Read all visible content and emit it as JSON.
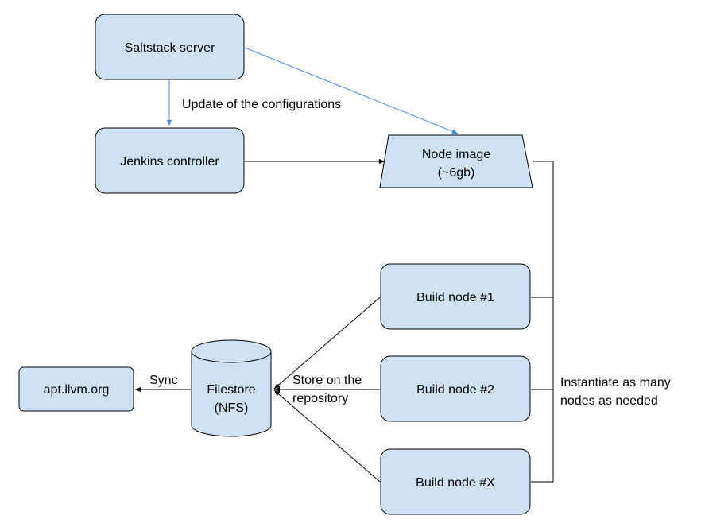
{
  "nodes": {
    "saltstack": "Saltstack server",
    "jenkins": "Jenkins controller",
    "node_image_line1": "Node image",
    "node_image_line2": "(~6gb)",
    "build1": "Build node #1",
    "build2": "Build node #2",
    "buildx": "Build node #X",
    "filestore_line1": "Filestore",
    "filestore_line2": "(NFS)",
    "apt": "apt.llvm.org"
  },
  "labels": {
    "update_configs": "Update of the configurations",
    "store_line1": "Store on the",
    "store_line2": "repository",
    "sync": "Sync",
    "instantiate_line1": "Instantiate as many",
    "instantiate_line2": "nodes as needed"
  },
  "colors": {
    "node_fill": "#cfe2f3",
    "blue_arrow": "#4a86e8"
  }
}
